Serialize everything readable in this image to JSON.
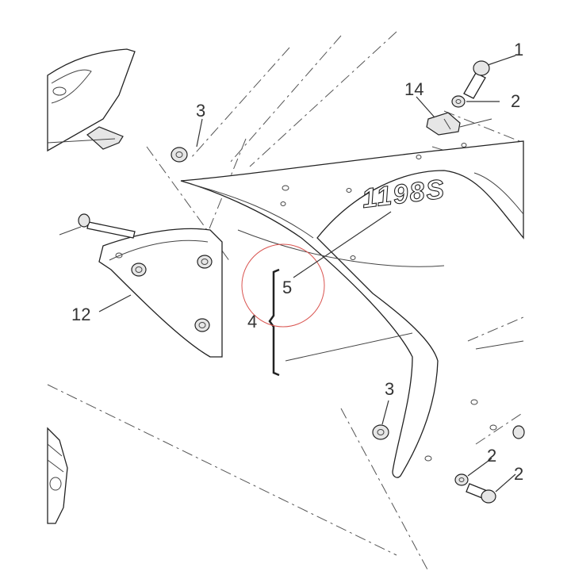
{
  "labels": {
    "l1": "1",
    "l2a": "2",
    "l2b": "2",
    "l2c": "2",
    "l3a": "3",
    "l3b": "3",
    "l4": "4",
    "l5": "5",
    "l12": "12",
    "l14": "14"
  },
  "logo": "1198S",
  "colors": {
    "line": "#333333",
    "highlight_circle": "#d9534f",
    "background": "#ffffff"
  }
}
